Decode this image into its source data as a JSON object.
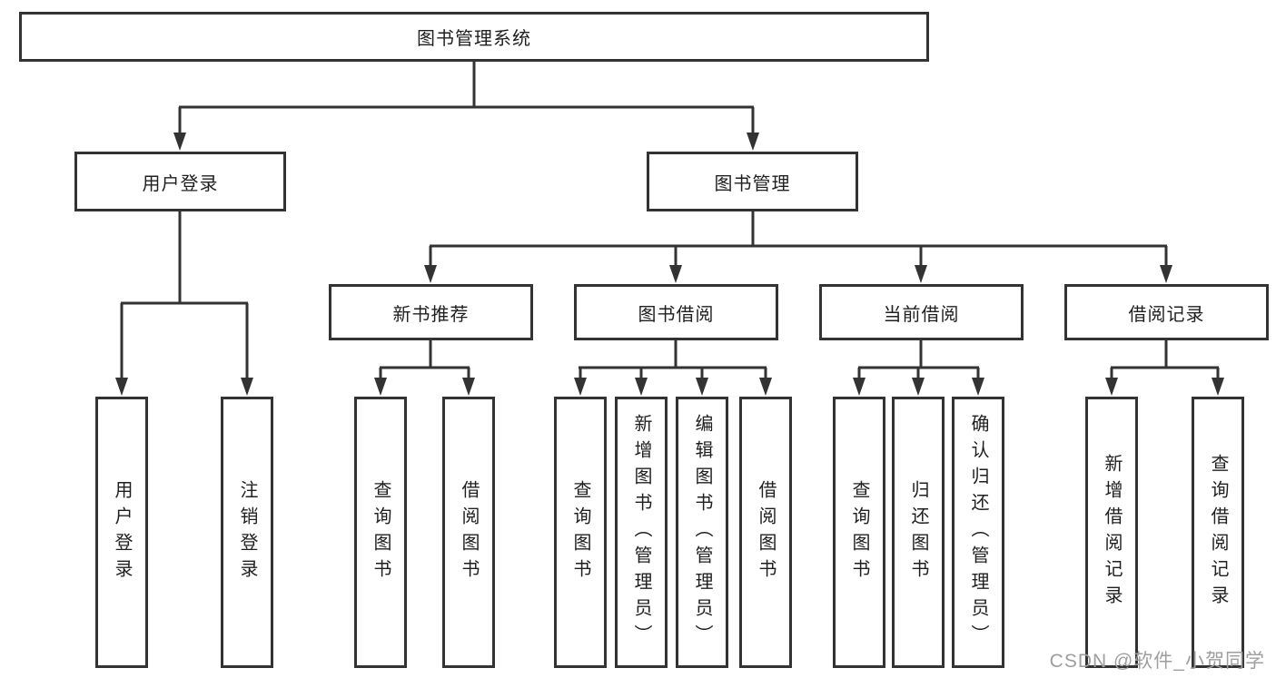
{
  "tree": {
    "root": {
      "label": "图书管理系统"
    },
    "branches": [
      {
        "label": "用户登录",
        "children": [
          {
            "label": "用户登录"
          },
          {
            "label": "注销登录"
          }
        ]
      },
      {
        "label": "图书管理",
        "children": [
          {
            "label": "新书推荐",
            "children": [
              {
                "label": "查询图书"
              },
              {
                "label": "借阅图书"
              }
            ]
          },
          {
            "label": "图书借阅",
            "children": [
              {
                "label": "查询图书"
              },
              {
                "label": "新增图书（管理员）"
              },
              {
                "label": "编辑图书（管理员）"
              },
              {
                "label": "借阅图书"
              }
            ]
          },
          {
            "label": "当前借阅",
            "children": [
              {
                "label": "查询图书"
              },
              {
                "label": "归还图书"
              },
              {
                "label": "确认归还（管理员）"
              }
            ]
          },
          {
            "label": "借阅记录",
            "children": [
              {
                "label": "新增借阅记录"
              },
              {
                "label": "查询借阅记录"
              }
            ]
          }
        ]
      }
    ]
  },
  "watermark": {
    "text": "CSDN @软件_小贺同学"
  },
  "colors": {
    "line": "#333333",
    "text": "#1f1f1f",
    "watermark": "#9e9e9e",
    "background": "#ffffff"
  }
}
